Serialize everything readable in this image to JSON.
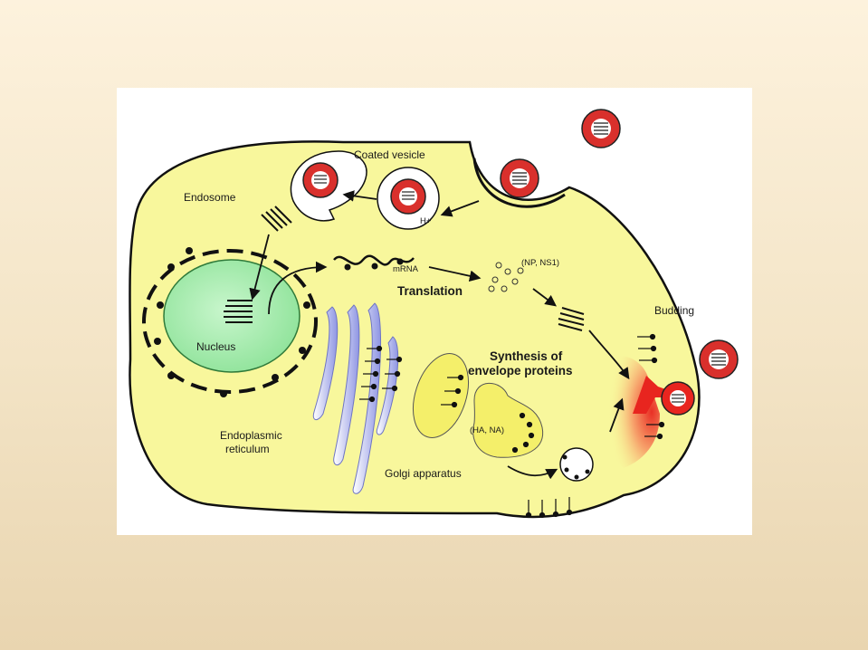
{
  "labels": {
    "coated_vesicle": "Coated vesicle",
    "endosome": "Endosome",
    "mrna": "mRNA",
    "np_ns1": "(NP, NS1)",
    "translation": "Translation",
    "budding": "Budding",
    "nucleus": "Nucleus",
    "synthesis_line1": "Synthesis of",
    "synthesis_line2": "envelope proteins",
    "ha_na": "(HA, NA)",
    "er_line1": "Endoplasmic",
    "er_line2": "reticulum",
    "golgi": "Golgi apparatus",
    "h_plus": "H+"
  },
  "colors": {
    "cell_fill": "#f8f79c",
    "nucleus_fill": "#a8ecb0",
    "virus_red": "#d9302c",
    "er_blue": "#9aa0e6",
    "golgi_yellow": "#f4ef6a",
    "budding_red": "#e8251f"
  }
}
